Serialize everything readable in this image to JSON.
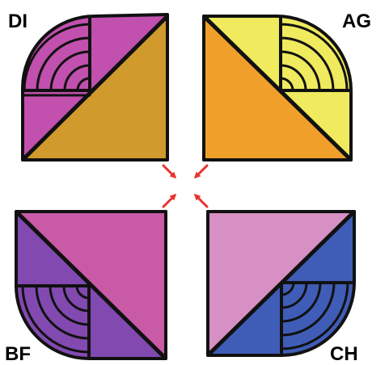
{
  "labels": {
    "top_left": "DI",
    "top_right": "AG",
    "bottom_left": "BF",
    "bottom_right": "CH"
  },
  "colors": {
    "di_magenta": "#C150AE",
    "di_gold": "#D09B2C",
    "ag_yellow": "#EFEA5E",
    "ag_orange": "#F0A02A",
    "bf_purple": "#8249B0",
    "bf_magenta": "#C85AA6",
    "ch_pink": "#D790C4",
    "ch_blue": "#3F5DB7",
    "arrow": "#E8332E",
    "stroke": "#111111"
  }
}
